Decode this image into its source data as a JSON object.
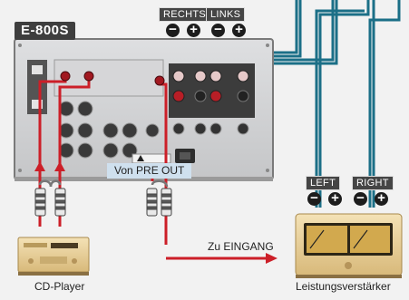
{
  "device": {
    "model": "E-800S"
  },
  "speaker_outputs": {
    "right": {
      "label": "RECHTS",
      "neg": "−",
      "pos": "+"
    },
    "left": {
      "label": "LINKS",
      "neg": "−",
      "pos": "+"
    }
  },
  "power_amp_inputs": {
    "left": {
      "label": "LEFT",
      "neg": "−",
      "pos": "+"
    },
    "right": {
      "label": "RIGHT",
      "neg": "−",
      "pos": "+"
    }
  },
  "connections": {
    "pre_out": "Von PRE OUT",
    "to_input": "Zu EINGANG"
  },
  "devices": {
    "source": "CD-Player",
    "power_amp": "Leistungsverstärker"
  },
  "colors": {
    "cable_red": "#cc1f28",
    "cable_teal": "#1b6f87",
    "panel": "#cfd0d2",
    "gold": "#e7cf9a"
  }
}
